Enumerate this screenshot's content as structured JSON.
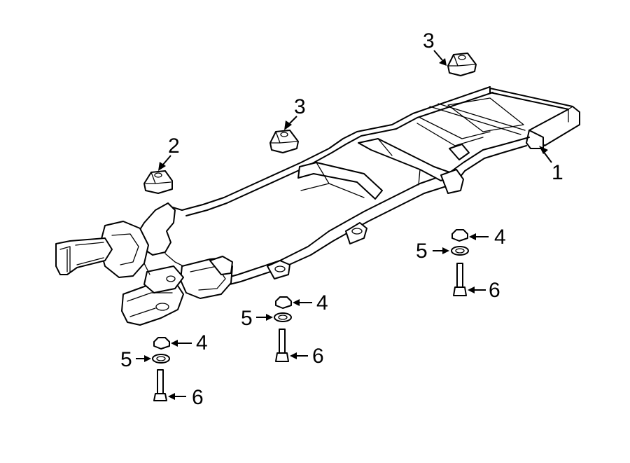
{
  "diagram": {
    "callouts": {
      "c1": "1",
      "c2": "2",
      "c3a": "3",
      "c3b": "3",
      "c4a": "4",
      "c4b": "4",
      "c4c": "4",
      "c5a": "5",
      "c5b": "5",
      "c5c": "5",
      "c6a": "6",
      "c6b": "6",
      "c6c": "6"
    }
  }
}
